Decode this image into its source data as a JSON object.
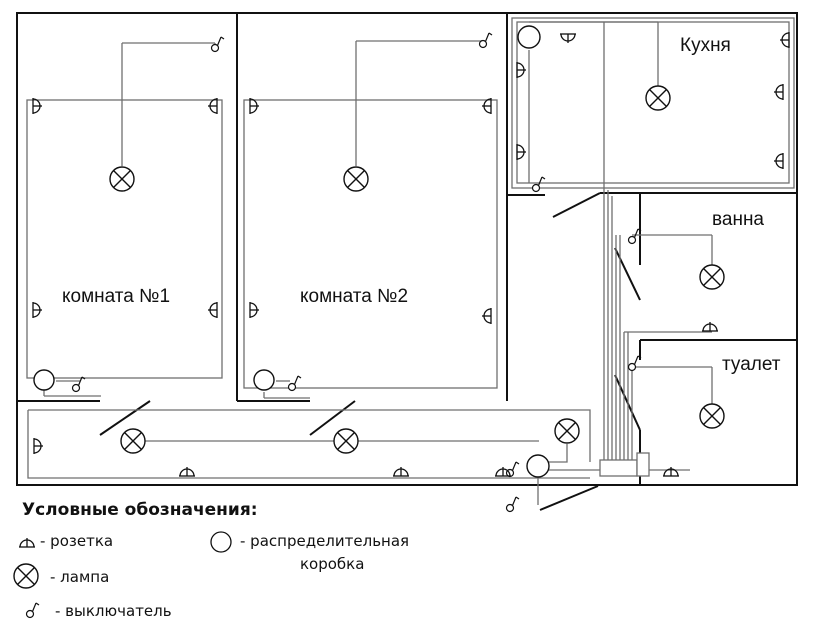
{
  "rooms": {
    "room1": "комната №1",
    "room2": "комната №2",
    "kitchen": "Кухня",
    "bath": "ванна",
    "toilet": "туалет"
  },
  "legend": {
    "title": "Условные обозначения:",
    "socket": "- розетка",
    "lamp": "- лампа",
    "switch": "- выключатель",
    "junction_line1": "- распределительная",
    "junction_line2": "коробка"
  },
  "colors": {
    "wall": "#111111",
    "wire": "#6f6f6f"
  }
}
